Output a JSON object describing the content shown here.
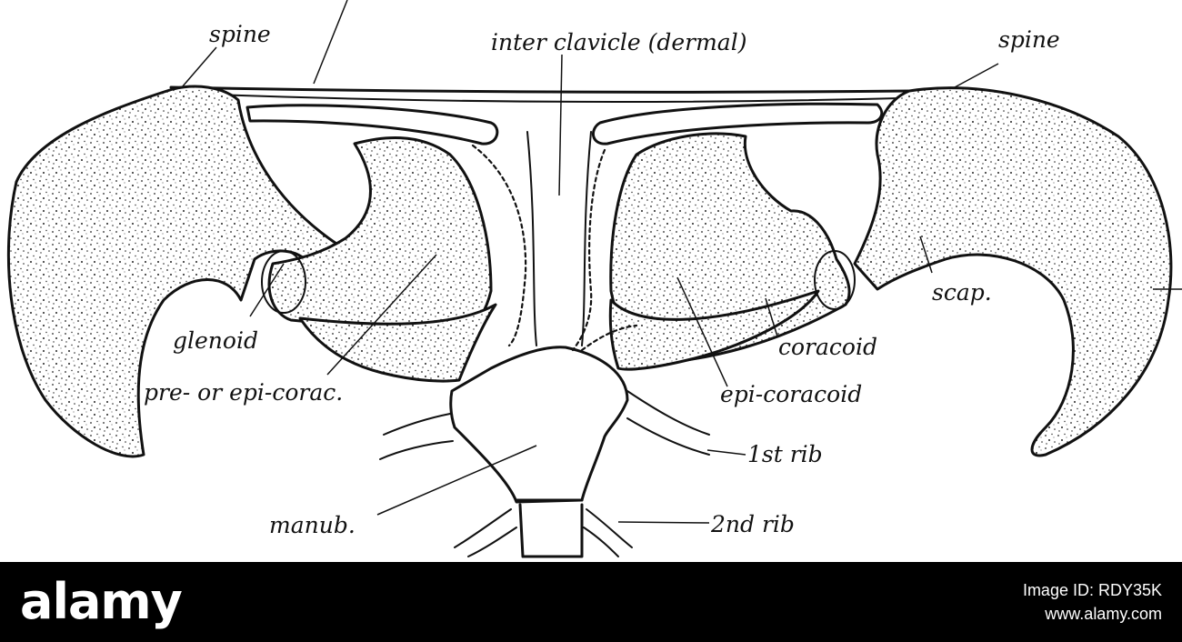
{
  "labels": {
    "spine_left": "spine",
    "inter_clavicle": "inter clavicle (dermal)",
    "spine_right": "spine",
    "scap": "scap.",
    "glenoid": "glenoid",
    "coracoid": "coracoid",
    "pre_epi_corac": "pre- or epi-corac.",
    "epi_coracoid": "epi-coracoid",
    "first_rib": "1st rib",
    "manub": "manub.",
    "second_rib": "2nd rib"
  },
  "footer": {
    "brand": "alamy",
    "image_id": "Image ID: RDY35K",
    "site": "www.alamy.com"
  },
  "colors": {
    "ink": "#111111",
    "paper": "#ffffff",
    "footer_bg": "#000000",
    "footer_text": "#ffffff"
  }
}
